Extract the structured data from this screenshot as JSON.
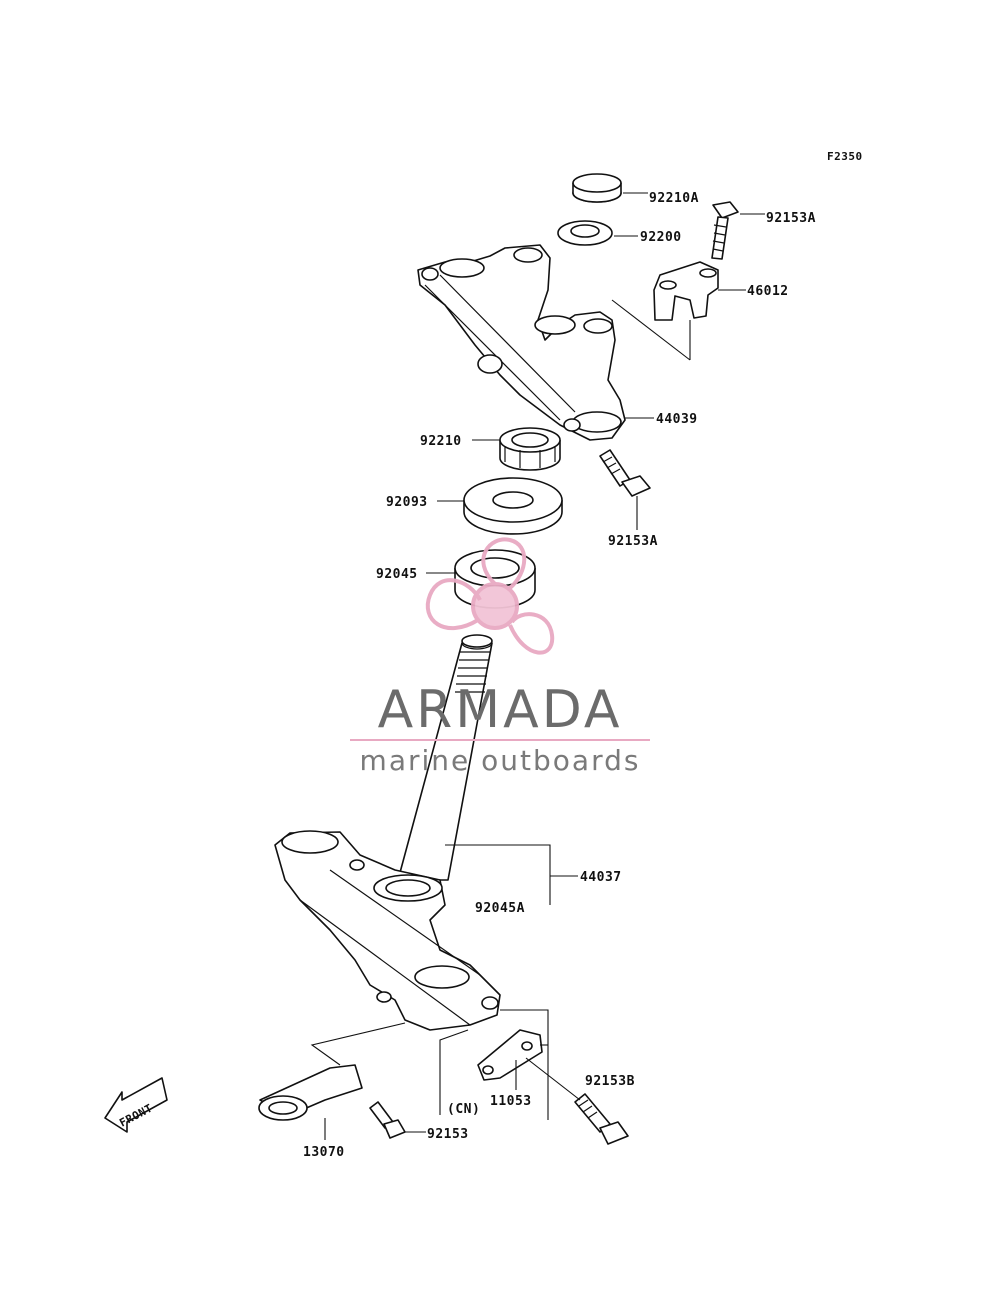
{
  "figure_code": "F2350",
  "watermark": {
    "brand": "ARMADA",
    "tagline": "marine outboards",
    "accent_color": "#e8a9c2",
    "text_color": "#6b6b6b"
  },
  "front_arrow_label": "FRONT",
  "parts": {
    "p92210A": "92210A",
    "p92153A_top": "92153A",
    "p92200": "92200",
    "p46012": "46012",
    "p44039": "44039",
    "p92210": "92210",
    "p92093": "92093",
    "p92153A_mid": "92153A",
    "p92045": "92045",
    "p44037": "44037",
    "p92045A": "92045A",
    "p92153B": "92153B",
    "p11053": "11053",
    "cn_note": "(CN)",
    "p92153": "92153",
    "p13070": "13070"
  }
}
